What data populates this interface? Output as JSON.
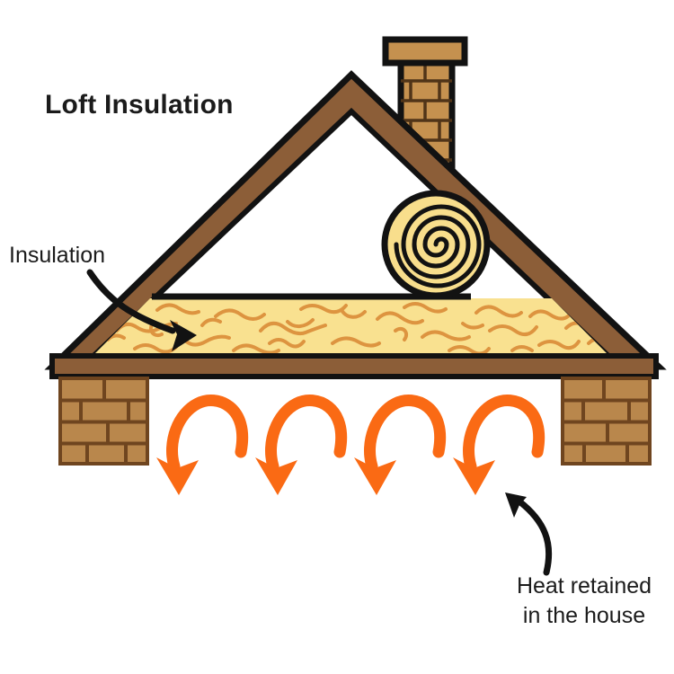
{
  "title": "Loft Insulation",
  "labels": {
    "insulation": "Insulation",
    "heat_retained_line1": "Heat retained",
    "heat_retained_line2": "in the house"
  },
  "icons": {
    "heat_flow_arrows": "orange-arched-arrow-pointing-down",
    "insulation_pointer": "black-curved-arrow",
    "heat_retained_pointer": "black-curved-arrow"
  },
  "colors": {
    "outline": "#121212",
    "roof-brown": "#8C5E38",
    "chimney-brick": "#C5914F",
    "chimney-mortar": "#503418",
    "wall-brick": "#B9874C",
    "wall-mortar": "#6F451F",
    "roll-yellow": "#F8DE8C",
    "insulation-yellow": "#F9E190",
    "fiber-orange": "#DD9440",
    "heat-arrow-orange": "#FA6A14",
    "text": "#1B1B1B"
  }
}
